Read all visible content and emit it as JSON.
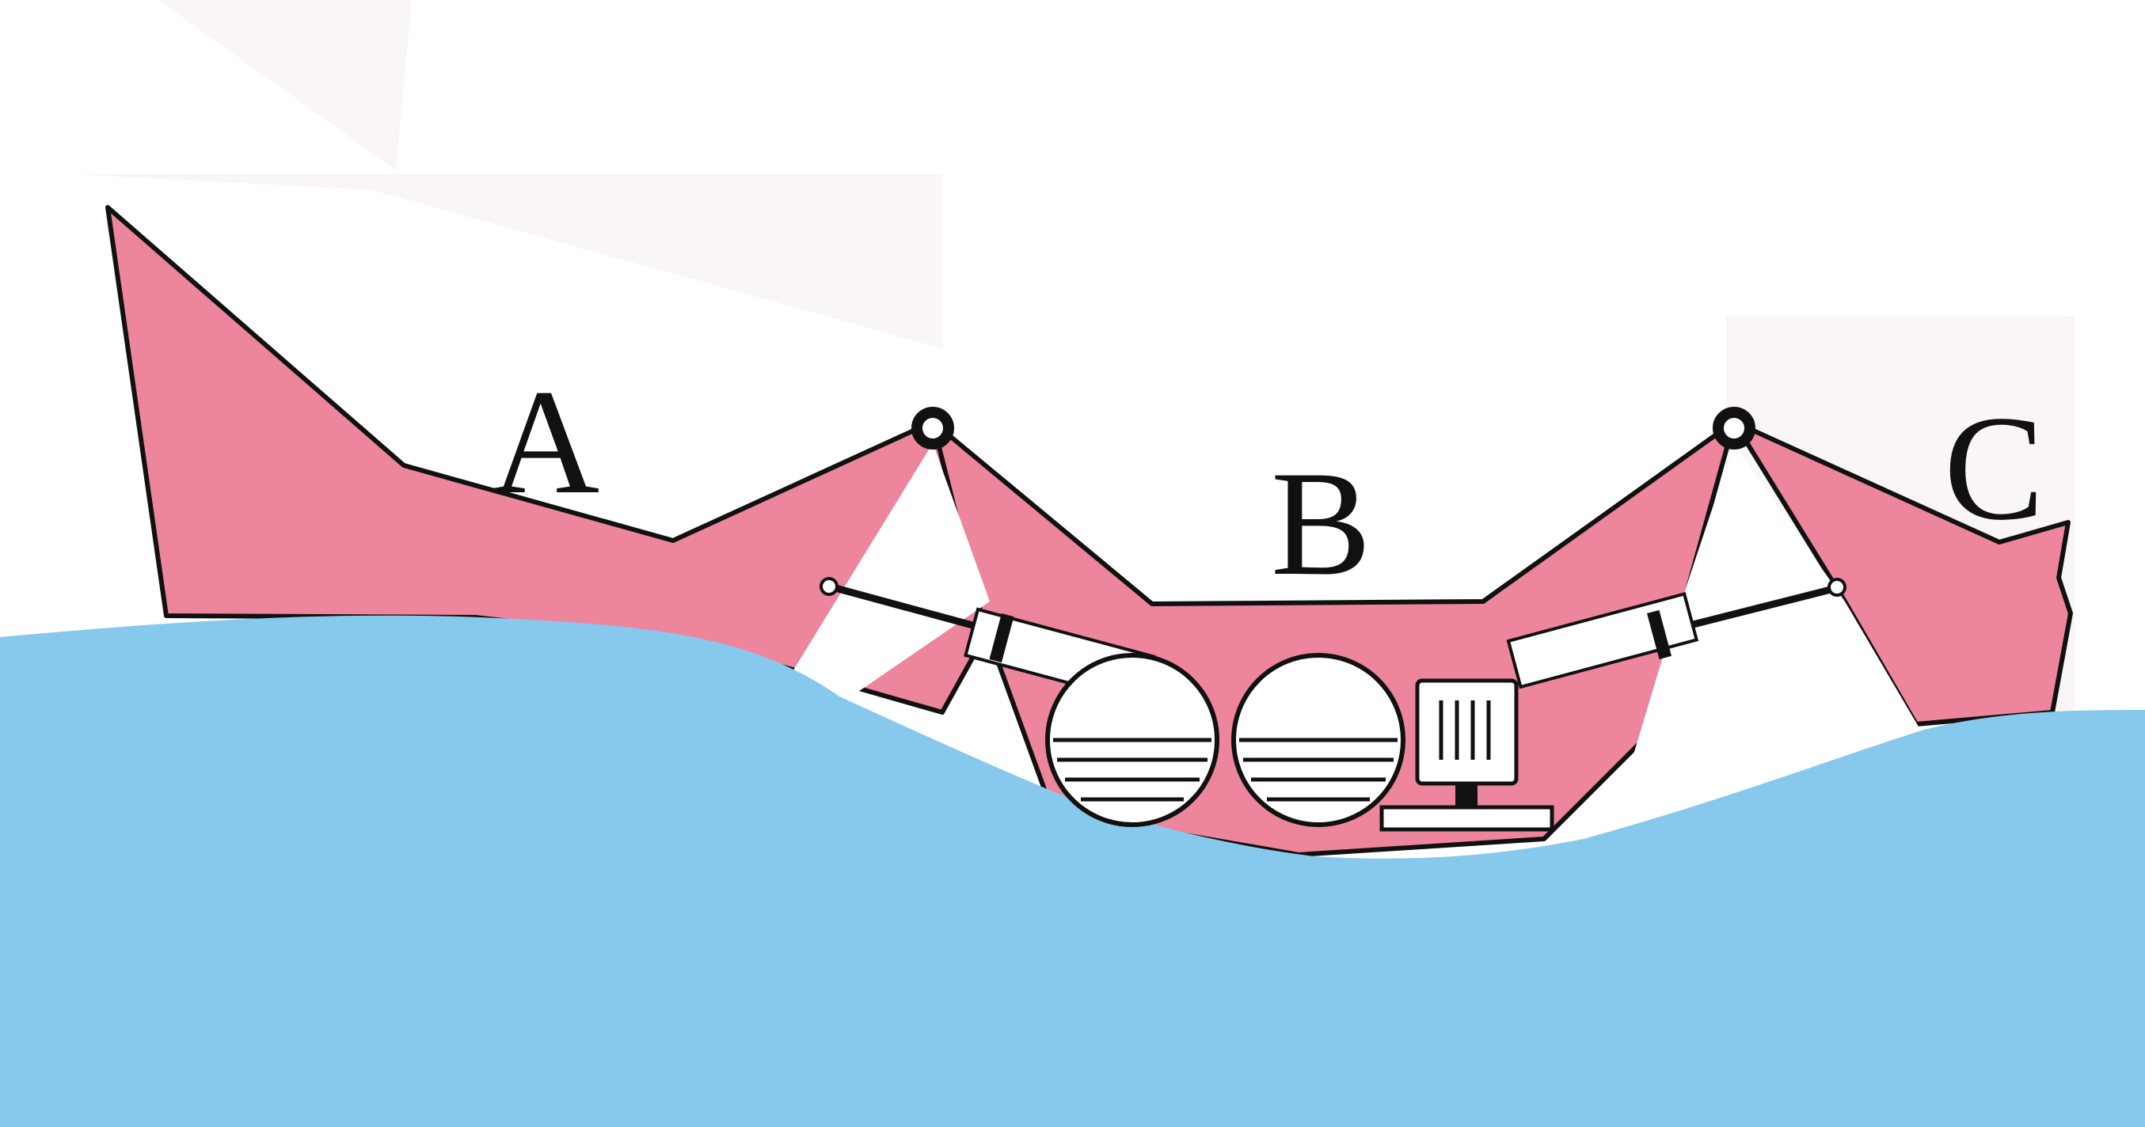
{
  "diagram": {
    "labels": {
      "section_a": "A",
      "section_b": "B",
      "section_c": "C"
    },
    "colors": {
      "hull": "#ed869c",
      "water": "#86c9ec",
      "outline": "#111111",
      "background": "#ffffff"
    },
    "components": {
      "hinges": 2,
      "hydraulic_cylinders": 2,
      "tanks": 2,
      "pump_motor_units": 1
    }
  }
}
